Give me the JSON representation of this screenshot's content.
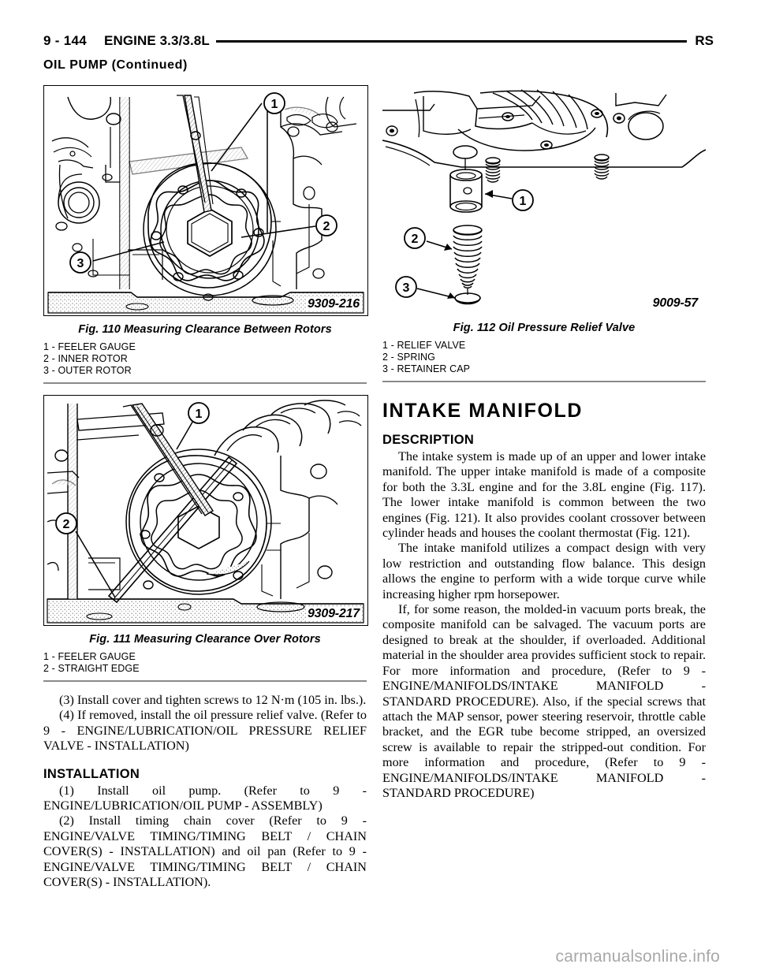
{
  "header": {
    "page_number": "9 - 144",
    "section_title": "ENGINE 3.3/3.8L",
    "manual_code": "RS",
    "continued_heading": "OIL PUMP (Continued)"
  },
  "figures": {
    "fig110": {
      "part_number": "9309-216",
      "caption": "Fig. 110 Measuring Clearance Between Rotors",
      "legend": [
        "1 - FEELER GAUGE",
        "2 - INNER ROTOR",
        "3 - OUTER ROTOR"
      ]
    },
    "fig111": {
      "part_number": "9309-217",
      "caption": "Fig. 111 Measuring Clearance Over Rotors",
      "legend": [
        "1 - FEELER GAUGE",
        "2 - STRAIGHT EDGE"
      ]
    },
    "fig112": {
      "part_number": "9009-57",
      "caption": "Fig. 112 Oil Pressure Relief Valve",
      "legend": [
        "1 - RELIEF VALVE",
        "2 - SPRING",
        "3 - RETAINER CAP"
      ]
    }
  },
  "left_column": {
    "step3": "(3) Install cover and tighten screws to 12 N·m (105 in. lbs.).",
    "step4": "(4) If removed, install the oil pressure relief valve. (Refer to 9 - ENGINE/LUBRICATION/OIL PRESSURE RELIEF VALVE - INSTALLATION)",
    "installation_heading": "INSTALLATION",
    "install_step1": "(1) Install oil pump. (Refer to 9 - ENGINE/LUBRICATION/OIL PUMP - ASSEMBLY)",
    "install_step2": "(2) Install timing chain cover (Refer to 9 - ENGINE/VALVE TIMING/TIMING BELT / CHAIN COVER(S) - INSTALLATION) and oil pan (Refer to 9 - ENGINE/VALVE TIMING/TIMING BELT / CHAIN COVER(S) - INSTALLATION)."
  },
  "right_column": {
    "intake_manifold_heading": "INTAKE MANIFOLD",
    "description_heading": "DESCRIPTION",
    "desc_p1": "The intake system is made up of an upper and lower intake manifold. The upper intake manifold is made of a composite for both the 3.3L engine and for the 3.8L engine (Fig. 117). The lower intake manifold is common between the two engines (Fig. 121). It also provides coolant crossover between cylinder heads and houses the coolant thermostat (Fig. 121).",
    "desc_p2": "The intake manifold utilizes a compact design with very low restriction and outstanding flow balance. This design allows the engine to perform with a wide torque curve while increasing higher rpm horsepower.",
    "desc_p3": "If, for some reason, the molded-in vacuum ports break, the composite manifold can be salvaged. The vacuum ports are designed to break at the shoulder, if overloaded. Additional material in the shoulder area provides sufficient stock to repair. For more information and procedure, (Refer to 9 - ENGINE/MANIFOLDS/INTAKE MANIFOLD - STANDARD PROCEDURE). Also, if the special screws that attach the MAP sensor, power steering reservoir, throttle cable bracket, and the EGR tube become stripped, an oversized screw is available to repair the stripped-out condition. For more information and procedure, (Refer to 9 - ENGINE/MANIFOLDS/INTAKE MANIFOLD - STANDARD PROCEDURE)"
  },
  "footer": {
    "watermark": "carmanualsonline.info"
  }
}
